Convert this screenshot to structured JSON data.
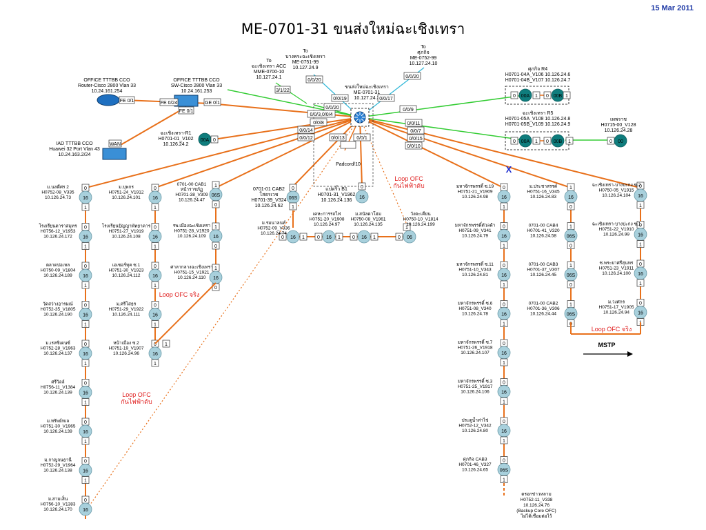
{
  "date": "15 Mar 2011",
  "title": "ME-0701-31 ขนส่งใหม่ฉะเชิงเทรา",
  "colors": {
    "fiber": "#e8701a",
    "radio": "#33cc33",
    "cyan": "#33b9d9",
    "node": "#a8d0dc",
    "node_dark": "#0f7d7d",
    "red": "#e02020",
    "blue": "#1a2bd0"
  },
  "hub": {
    "label": [
      "ขนส่งใหม่ฉะเชิงเทรา",
      "ME-0701-31",
      "10.127.24.3"
    ]
  },
  "top_sites": [
    {
      "id": "acc",
      "label": [
        "To",
        "ฉะเชิงเทรา ACC",
        "MME-0700-10",
        "10.127.24.1"
      ],
      "port": "3/1/22"
    },
    {
      "id": "bang",
      "label": [
        "To",
        "บางพระฉะเชิงเทรา",
        "ME-0751-99",
        "10.127.24.9"
      ],
      "port": "0/0/20"
    },
    {
      "id": "sakit",
      "label": [
        "To",
        "ศุภกิจ",
        "ME-0752-99",
        "10.127.24.10"
      ],
      "port": "0/0/20"
    }
  ],
  "hub_ports": [
    "0/0/20",
    "0/0/19",
    "0/0/17",
    "0/0/3,0/0/4",
    "0/0/8",
    "0/0/14",
    "0/0/12",
    "0/0/13",
    "0/0/1",
    "0/0/9",
    "0/0/11",
    "0/0/7",
    "0/0/15",
    "0/0/10"
  ],
  "office_router": {
    "label": [
      "OFFICE TTTBB CCO",
      "Router-Cisco 2800 Vlan 33",
      "10.24.161.254"
    ],
    "port": "FE 0/1"
  },
  "office_switch": {
    "label": [
      "OFFICE TTTBB CCO",
      "SW-Cisco 2800 Vlan 33",
      "10.24.161.253"
    ],
    "ports": [
      "FE 0/24",
      "GE 0/1",
      "FE 0/1"
    ]
  },
  "iad": {
    "label": [
      "IAD TTTBB CCO",
      "Huawei 32 Port Vlan 43",
      "10.24.163.2/24"
    ],
    "port": "WAN"
  },
  "r1": {
    "label": [
      "ฉะเชิงเทรา-R1",
      "H0701-01_V102",
      "10.126.24.2"
    ],
    "node": "00A",
    "port": "0"
  },
  "r4": {
    "label": [
      "ศุภกิจ R4",
      "H0701-04A_V106 10.126.24.6",
      "H0701-04B_V107 10.126.24.7"
    ],
    "nodes": [
      "00A",
      "00B"
    ],
    "ports": [
      "0",
      "1",
      "0",
      "1"
    ]
  },
  "r5": {
    "label": [
      "ฉะเชิงเทรา R5",
      "H0701-05A_V108 10.126.24.8",
      "H0701-05B_V109 10.126.24.9"
    ],
    "nodes": [
      "00A",
      "00B"
    ],
    "ports": [
      "0",
      "1",
      "0",
      "1"
    ]
  },
  "tepparat": {
    "label": [
      "เทพราช",
      "H0715-00_V128",
      "10.126.24.28"
    ],
    "node": "00",
    "port": "0"
  },
  "cab2_top": {
    "label": [
      "0701-01 CAB2",
      "โสธรเวช",
      "H0701-39_V324",
      "10.126.24.62"
    ],
    "node": "06S",
    "ports": [
      "0",
      "1"
    ]
  },
  "padcord": "Padcord/10",
  "padriw": {
    "label": [
      "แปดริ้ว B1",
      "H0701-31_V1962",
      "10.126.24.136"
    ],
    "node": "16",
    "port": "0"
  },
  "bottom_chain": [
    {
      "label": [
        "ม.รมนาลนท์",
        "H0752-09_V336",
        "10.126.24.74"
      ],
      "node": "16",
      "ports": [
        "0",
        "1"
      ]
    },
    {
      "label": [
        "เคหะการรถไฟ",
        "H0751-20_V1908",
        "10.126.24.97"
      ],
      "node": "16",
      "ports": [
        "0",
        "1"
      ]
    },
    {
      "label": [
        "ม.สนัลดาโฮม",
        "H0750-08_V1961",
        "10.126.24.135"
      ],
      "node": "16",
      "ports": [
        "0",
        "1"
      ]
    },
    {
      "label": [
        "วังตะเคียน",
        "H0750-10_V1814",
        "10.126.24.199"
      ],
      "node": "06",
      "ports": [
        "0",
        "1"
      ]
    }
  ],
  "col1": [
    {
      "label": [
        "ม.นลดีศร 2",
        "H0752-08_V335",
        "10.126.24.73"
      ],
      "node": "16",
      "ports": [
        "0",
        "1"
      ]
    },
    {
      "label": [
        "โรงเรียนดาราสมุทร",
        "H0756-12_V1953",
        "10.126.24.172"
      ],
      "node": "16",
      "ports": [
        "0",
        "1"
      ]
    },
    {
      "label": [
        "ตลาดบ่อเหล",
        "H0750-09_V1804",
        "10.126.24.189"
      ],
      "node": "16",
      "ports": [
        "0",
        "1"
      ]
    },
    {
      "label": [
        "วัดสว่างอารมณ์",
        "H0752-35_V1805",
        "10.126.24.190"
      ],
      "node": "16",
      "ports": [
        "0",
        "1"
      ]
    },
    {
      "label": [
        "ม.เรสซิเดนซ์",
        "H0752-28_V1963",
        "10.126.24.137"
      ],
      "node": "16",
      "ports": [
        "0",
        "1"
      ]
    },
    {
      "label": [
        "ศรีวิลล์",
        "H0756-11_V1384",
        "10.126.24.139"
      ],
      "node": "16",
      "ports": [
        "0",
        "1"
      ]
    },
    {
      "label": [
        "ม.ทรัพย์ทเล",
        "H0751-30_V1965",
        "10.126.24.139"
      ],
      "node": "16",
      "ports": [
        "0",
        "1"
      ]
    },
    {
      "label": [
        "ม.กาญจนธานี",
        "H0752-29_V1964",
        "10.126.24.138"
      ],
      "node": "16",
      "ports": [
        "0",
        "1"
      ]
    },
    {
      "label": [
        "ม.สามเส็น",
        "H0756-10_V1383",
        "10.126.24.170"
      ],
      "node": "16",
      "ports": [
        "0"
      ]
    }
  ],
  "col2": [
    {
      "label": [
        "ม.บุพกร",
        "H0751-24_V1912",
        "10.126.24.101"
      ],
      "node": "16",
      "ports": [
        "0",
        "1"
      ]
    },
    {
      "label": [
        "โรงเรียนปัญญาพัทยาคาร",
        "H0751-27_V1919",
        "10.126.24.108"
      ],
      "node": "16",
      "ports": [
        "0",
        "1"
      ]
    },
    {
      "label": [
        "เอเซอร์ทุค ซ.1",
        "H0751-30_V1923",
        "10.126.24.112"
      ],
      "node": "16",
      "ports": [
        "0",
        "1"
      ]
    },
    {
      "label": [
        "ม.ศรีโสธร",
        "H0751-29_V1922",
        "10.126.24.111"
      ],
      "node": "16",
      "ports": [
        "0",
        "1"
      ]
    },
    {
      "label": [
        "หน้าเมือง ซ.2",
        "H0751-19_V1907",
        "10.126.24.96"
      ],
      "node": "16",
      "ports": [
        "0",
        "1"
      ]
    }
  ],
  "col3": [
    {
      "label": [
        "0701-00 CAB1",
        "หน้าราชภัฏ",
        "H0701-38_V309",
        "10.126.24.47"
      ],
      "node": "06S",
      "ports": [
        "1",
        "0"
      ]
    },
    {
      "label": [
        "รพ.เมืองฉะเชิงเทรา",
        "H0751-28_V1920",
        "10.126.24.109"
      ],
      "node": "16",
      "ports": [
        "1",
        "0"
      ]
    },
    {
      "label": [
        "ศาลากลางฉะเชิงเทรา",
        "H0751-15_V1921",
        "10.126.24.110"
      ],
      "node": "16",
      "ports": [
        "1",
        "0"
      ]
    }
  ],
  "col4": [
    {
      "label": [
        "มหาจักรพรรดิ์ ซ.19",
        "H0751-21_V1909",
        "10.126.24.98"
      ],
      "node": "16",
      "ports": [
        "0",
        "1"
      ]
    },
    {
      "label": [
        "มหาจักรพรรดิ์ตัวลด้า",
        "H0751-09_V341",
        "10.126.24.79"
      ],
      "node": "16",
      "ports": [
        "0",
        "1"
      ]
    },
    {
      "label": [
        "มหาจักรพรรดิ์ ซ.11",
        "H0751-10_V343",
        "10.126.24.81"
      ],
      "node": "16",
      "ports": [
        "0",
        "1"
      ]
    },
    {
      "label": [
        "มหาจักรพรรดิ์ ซ.6",
        "H0751-08_V340",
        "10.126.24.78"
      ],
      "node": "16",
      "ports": [
        "0",
        "1"
      ]
    },
    {
      "label": [
        "มหาจักรพรรดิ์ ซ.7",
        "H0751-26_V1918",
        "10.126.24.107"
      ],
      "node": "16",
      "ports": [
        "0",
        "1"
      ]
    },
    {
      "label": [
        "มหาจักรพรรดิ์ ซ.3",
        "H0751-25_V1917",
        "10.126.24.106"
      ],
      "node": "16",
      "ports": [
        "0",
        "1"
      ]
    },
    {
      "label": [
        "ประตูน้ำท่าไข่",
        "H0752-12_V342",
        "10.126.24.80"
      ],
      "node": "16",
      "ports": [
        "0",
        "1"
      ]
    },
    {
      "label": [
        "ศุภกิจ CAB3",
        "H0701-46_V327",
        "10.126.24.65"
      ],
      "node": "06S",
      "ports": [
        "0",
        "1"
      ]
    }
  ],
  "col4_end": [
    "ดรอกข่าวหลาม",
    "H0752-11_V338",
    "10.126.24.76",
    "(Backup Core OFC)",
    "ไม่ได้เชื่อมต่อไว้"
  ],
  "col5": [
    {
      "label": [
        "ม.ประชาสรรค์",
        "H0751-16_V345",
        "10.126.24.83"
      ],
      "node": "16",
      "ports": [
        "1",
        "0"
      ]
    },
    {
      "label": [
        "0701-00 CAB4",
        "H0701-41_V320",
        "10.126.24.58"
      ],
      "node": "06S",
      "ports": [
        "1",
        "0"
      ]
    },
    {
      "label": [
        "0701-00 CAB3",
        "H0701-37_V307",
        "10.126.24.45"
      ],
      "node": "06S",
      "ports": [
        "1",
        "0"
      ]
    },
    {
      "label": [
        "0701-00 CAB2",
        "H0701-36_V306",
        "10.126.24.44"
      ],
      "node": "06S",
      "ports": [
        "1",
        "0"
      ]
    }
  ],
  "col6": [
    {
      "label": [
        "ฉะเชิงเทรา-บางปะกง ซ.2",
        "H0750-05_V1915",
        "10.126.24.104"
      ],
      "node": "16",
      "ports": [
        "0",
        "1"
      ]
    },
    {
      "label": [
        "ฉะเชิงเทรา-บางปะกง ซ.1",
        "H0751-22_V1910",
        "10.126.24.99"
      ],
      "node": "16",
      "ports": [
        "0",
        "1"
      ]
    },
    {
      "label": [
        "ซ.พระยาศรีสุนทร",
        "H0751-23_V1911",
        "10.126.24.100"
      ],
      "node": "16",
      "ports": [
        "0",
        "1"
      ]
    },
    {
      "label": [
        "ม.วงศกร",
        "H0751-17_V1905",
        "10.126.24.94"
      ],
      "node": "16",
      "ports": [
        "0",
        "1"
      ]
    }
  ],
  "notes": {
    "loop_ofc_fire_top": [
      "Loop OFC",
      "กันไฟฟ้าดับ"
    ],
    "loop_ofc_real_left": "Loop OFC จริง",
    "loop_ofc_fire_left": [
      "Loop OFC",
      "กันไฟฟ้าดับ"
    ],
    "loop_ofc_real_right": "Loop OFC จริง",
    "mstp": "MSTP",
    "cut_mark": "X"
  }
}
